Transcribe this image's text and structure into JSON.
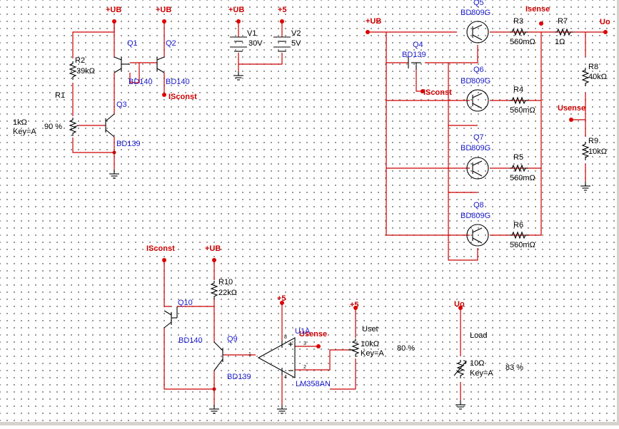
{
  "nets": {
    "ub": "+UB",
    "p5": "+5",
    "isense": "Isense",
    "uo": "Uo",
    "isconst": "ISconst",
    "usense": "Usense"
  },
  "q1": {
    "ref": "Q1",
    "part": "BD140"
  },
  "q2": {
    "ref": "Q2",
    "part": "BD140"
  },
  "q3": {
    "ref": "Q3",
    "part": "BD139"
  },
  "q4": {
    "ref": "Q4",
    "part": "BD139"
  },
  "q5": {
    "ref": "Q5",
    "part": "BD809G"
  },
  "q6": {
    "ref": "Q6",
    "part": "BD809G"
  },
  "q7": {
    "ref": "Q7",
    "part": "BD809G"
  },
  "q8": {
    "ref": "Q8",
    "part": "BD809G"
  },
  "q9": {
    "ref": "Q9",
    "part": "BD139"
  },
  "q10": {
    "ref": "Q10",
    "part": "BD140"
  },
  "r1": {
    "ref": "R1",
    "value": "1kΩ",
    "key": "Key=A",
    "pct": "90 %"
  },
  "r2": {
    "ref": "R2",
    "value": "39kΩ"
  },
  "r3": {
    "ref": "R3",
    "value": "560mΩ"
  },
  "r4": {
    "ref": "R4",
    "value": "560mΩ"
  },
  "r5": {
    "ref": "R5",
    "value": "560mΩ"
  },
  "r6": {
    "ref": "R6",
    "value": "560mΩ"
  },
  "r7": {
    "ref": "R7",
    "value": "1Ω"
  },
  "r8": {
    "ref": "R8",
    "value": "40kΩ"
  },
  "r9": {
    "ref": "R9",
    "value": "10kΩ"
  },
  "r10": {
    "ref": "R10",
    "value": "22kΩ"
  },
  "v1": {
    "ref": "V1",
    "value": "30V"
  },
  "v2": {
    "ref": "V2",
    "value": "5V"
  },
  "u1": {
    "ref": "U1A",
    "part": "LM358AN",
    "pin1": "1",
    "pin2": "2",
    "pin3": "3",
    "pin4": "4",
    "pin8": "8"
  },
  "uset": {
    "ref": "Uset",
    "value": "10kΩ",
    "key": "Key=A",
    "pct": "80 %"
  },
  "load": {
    "ref": "Load",
    "value": "10Ω",
    "key": "Key=A",
    "pct": "83 %"
  },
  "colors": {
    "wire": "#cc0000",
    "part": "#1a1acc",
    "net": "#cc0000",
    "symbol": "#000000",
    "grid": "#7a7a7a"
  }
}
